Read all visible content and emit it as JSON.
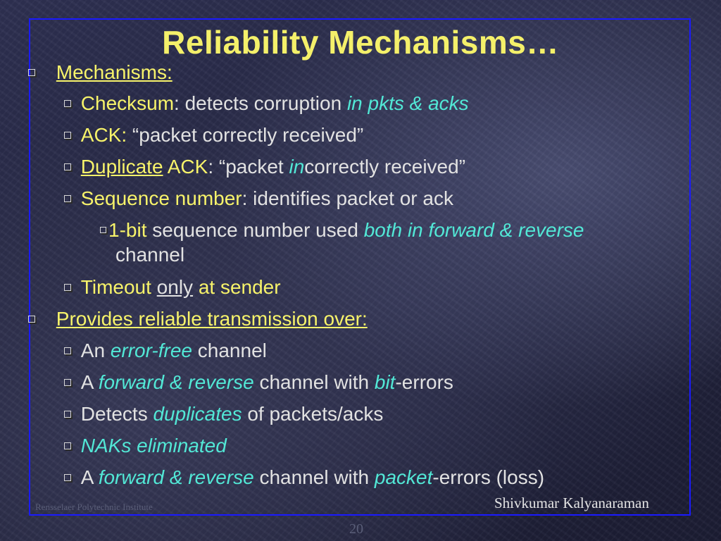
{
  "slide": {
    "title": "Reliability Mechanisms…",
    "mechanisms_heading": "Mechanisms:",
    "checksum": {
      "term": "Checksum",
      "text": ": detects corruption ",
      "italic": "in pkts & acks"
    },
    "ack": {
      "term": "ACK:",
      "text": " “packet correctly received”"
    },
    "duplicate_ack": {
      "term1": "Duplicate",
      "term2": " ACK",
      "text1": ": “packet ",
      "italic": "in",
      "text2": "correctly received”"
    },
    "sequence_number": {
      "term": "Sequence number",
      "text": ": identifies packet or ack"
    },
    "one_bit": {
      "term": "1-bit",
      "text": " sequence number used ",
      "italic": "both in forward & reverse",
      "wrap": "channel"
    },
    "timeout": {
      "term": "Timeout",
      "underline": "only",
      "tail": " at sender"
    },
    "provides_heading": "Provides reliable transmission over:",
    "error_free": {
      "pre": "An ",
      "italic": "error-free",
      "post": " channel"
    },
    "bit_errors": {
      "pre": "A ",
      "italic1": "forward & reverse",
      "mid": " channel with ",
      "italic2": "bit",
      "post": "-errors"
    },
    "duplicates": {
      "pre": "Detects ",
      "italic": "duplicates",
      "post": " of packets/acks"
    },
    "naks": {
      "italic": "NAKs eliminated"
    },
    "packet_errors": {
      "pre": "A ",
      "italic1": "forward & reverse",
      "mid": " channel with ",
      "italic2": "packet",
      "post": "-errors (loss)"
    }
  },
  "footer": {
    "institution": "Rensselaer Polytechnic Institute",
    "author": "Shivkumar Kalyanaraman",
    "page": "20"
  },
  "colors": {
    "title": "#f4f06a",
    "highlight": "#f7f36a",
    "italic_accent": "#52e8d6",
    "frame": "#1a1aff"
  }
}
